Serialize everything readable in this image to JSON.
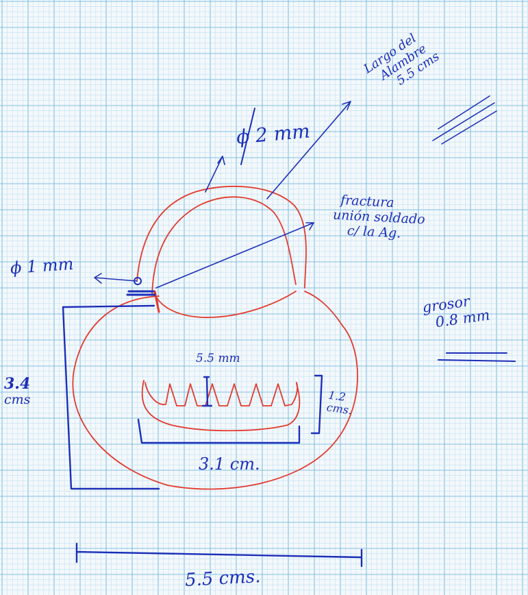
{
  "notes": {
    "wire_length_line1": "Largo del",
    "wire_length_line2": "Alambre",
    "wire_length_value": "5.5 cms",
    "wire_diameter": "ϕ 2 mm",
    "joint_line1": "fractura",
    "joint_line2": "unión soldado",
    "joint_line3": "c/ la Ag.",
    "small_diameter": "ϕ 1 mm",
    "thickness_label": "grosor",
    "thickness_value": "0.8 mm",
    "height_value": "3.4",
    "height_unit": "cms",
    "teeth_height": "5.5 mm",
    "tray_height_value": "1.2",
    "tray_height_unit": "cms.",
    "tray_width": "3.1 cm.",
    "total_width": "5.5 cms."
  },
  "colors": {
    "ink": "#1c2fb8",
    "outline": "#e23a2e",
    "grid_minor": "#bfe0f3",
    "grid_major": "#7fc0e4",
    "paper": "#f4f8fb"
  }
}
